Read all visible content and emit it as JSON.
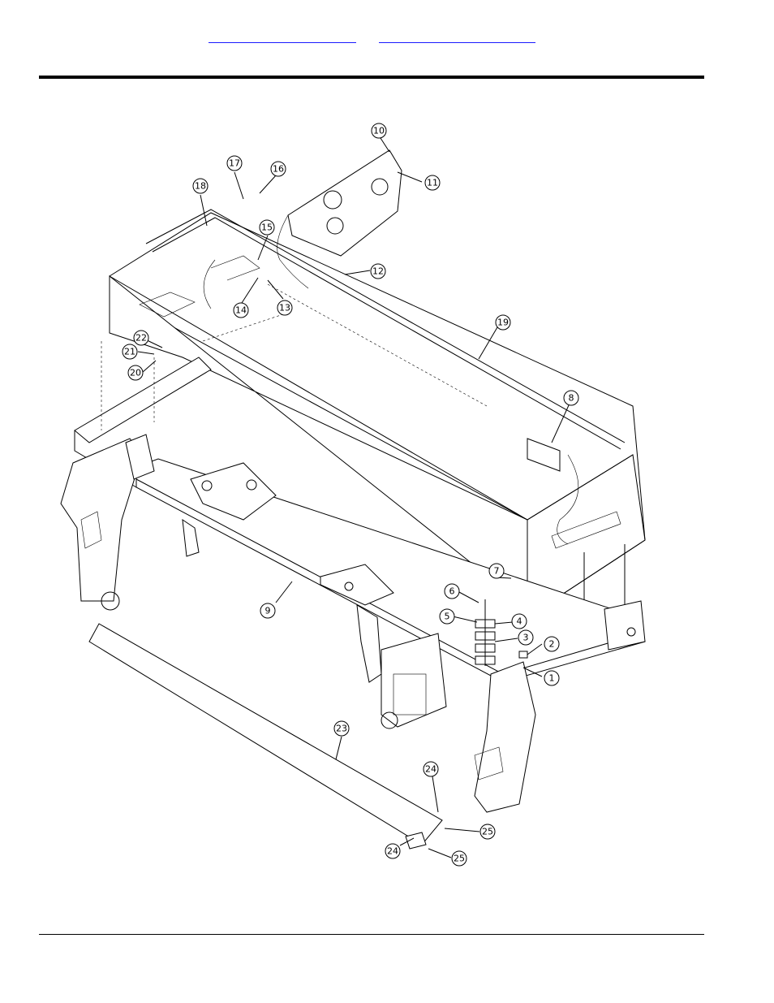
{
  "nav": {
    "link_1": "",
    "link_2": ""
  },
  "drawing": {
    "callouts": [
      {
        "id": "1",
        "label": "1"
      },
      {
        "id": "2",
        "label": "2"
      },
      {
        "id": "3",
        "label": "3"
      },
      {
        "id": "4",
        "label": "4"
      },
      {
        "id": "5",
        "label": "5"
      },
      {
        "id": "6",
        "label": "6"
      },
      {
        "id": "7",
        "label": "7"
      },
      {
        "id": "8",
        "label": "8"
      },
      {
        "id": "9",
        "label": "9"
      },
      {
        "id": "10",
        "label": "10"
      },
      {
        "id": "11",
        "label": "11"
      },
      {
        "id": "12",
        "label": "12"
      },
      {
        "id": "13",
        "label": "13"
      },
      {
        "id": "14",
        "label": "14"
      },
      {
        "id": "15",
        "label": "15"
      },
      {
        "id": "16",
        "label": "16"
      },
      {
        "id": "17",
        "label": "17"
      },
      {
        "id": "18",
        "label": "18"
      },
      {
        "id": "19",
        "label": "19"
      },
      {
        "id": "20",
        "label": "20"
      },
      {
        "id": "21",
        "label": "21"
      },
      {
        "id": "22",
        "label": "22"
      },
      {
        "id": "23",
        "label": "23"
      },
      {
        "id": "24a",
        "label": "24"
      },
      {
        "id": "24b",
        "label": "24"
      },
      {
        "id": "25a",
        "label": "25"
      },
      {
        "id": "25b",
        "label": "25"
      }
    ]
  }
}
